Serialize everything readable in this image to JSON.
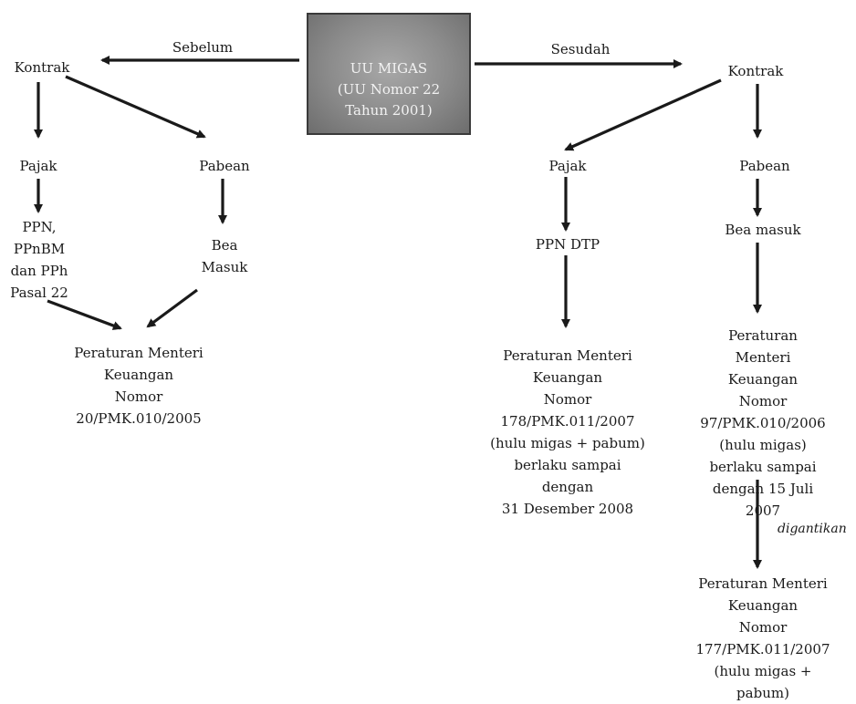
{
  "center": {
    "text": "UU MIGAS\n(UU Nomor 22\nTahun 2001)"
  },
  "left": {
    "branch_label": "Sebelum",
    "root": "Kontrak",
    "pajak": "Pajak",
    "pabean": "Pabean",
    "pajak_items": "PPN,\nPPnBM\ndan PPh\nPasal 22",
    "bea": "Bea\nMasuk",
    "result": "Peraturan Menteri\nKeuangan\nNomor\n20/PMK.010/2005"
  },
  "right": {
    "branch_label": "Sesudah",
    "root": "Kontrak",
    "pajak": "Pajak",
    "pabean": "Pabean",
    "ppn": "PPN DTP",
    "bea": "Bea masuk",
    "pajak_result": "Peraturan Menteri\nKeuangan\nNomor\n178/PMK.011/2007\n(hulu migas + pabum)\nberlaku sampai\ndengan\n31 Desember 2008",
    "pabean_result": "Peraturan Menteri\nKeuangan\nNomor\n97/PMK.010/2006\n(hulu migas)\nberlaku sampai\ndengan 15 Juli 2007",
    "replaced_label": "digantikan",
    "replacement": "Peraturan Menteri\nKeuangan\nNomor\n177/PMK.011/2007\n(hulu migas + pabum)"
  }
}
